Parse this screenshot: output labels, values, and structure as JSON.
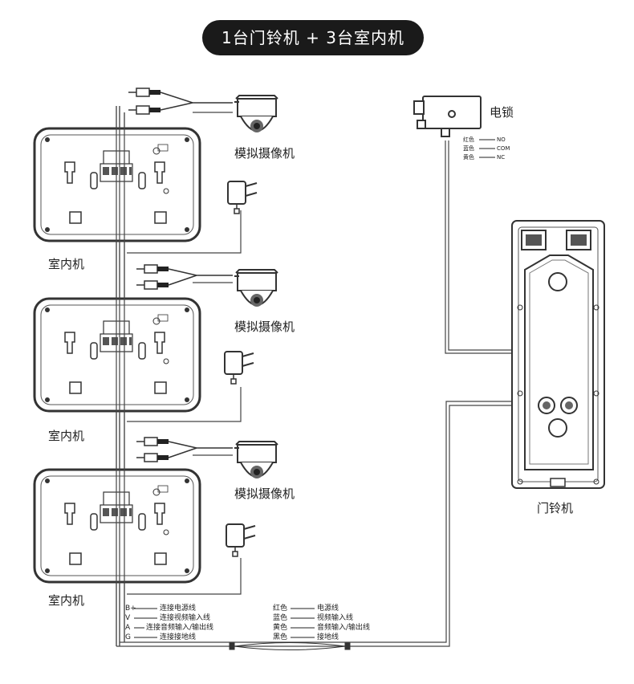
{
  "title": "1台门铃机 + 3台室内机",
  "labels": {
    "indoor_unit": "室内机",
    "analog_camera": "模拟摄像机",
    "door_lock": "电锁",
    "doorbell": "门铃机"
  },
  "lock_wires": [
    {
      "color_name": "红色",
      "terminal": "NO"
    },
    {
      "color_name": "蓝色",
      "terminal": "COM"
    },
    {
      "color_name": "黄色",
      "terminal": "NC"
    }
  ],
  "legend_terminals": [
    {
      "code": "B+",
      "desc": "连接电源线"
    },
    {
      "code": "V",
      "desc": "连接视频输入线"
    },
    {
      "code": "A",
      "desc": "连接音频输入/输出线"
    },
    {
      "code": "G",
      "desc": "连接接地线"
    }
  ],
  "legend_colors": [
    {
      "color_name": "红色",
      "desc": "电源线"
    },
    {
      "color_name": "蓝色",
      "desc": "视频输入线"
    },
    {
      "color_name": "黄色",
      "desc": "音频输入/输出线"
    },
    {
      "color_name": "黑色",
      "desc": "接地线"
    }
  ],
  "colors": {
    "stroke": "#333333",
    "title_bg": "#1a1a1a",
    "title_text": "#ffffff"
  }
}
